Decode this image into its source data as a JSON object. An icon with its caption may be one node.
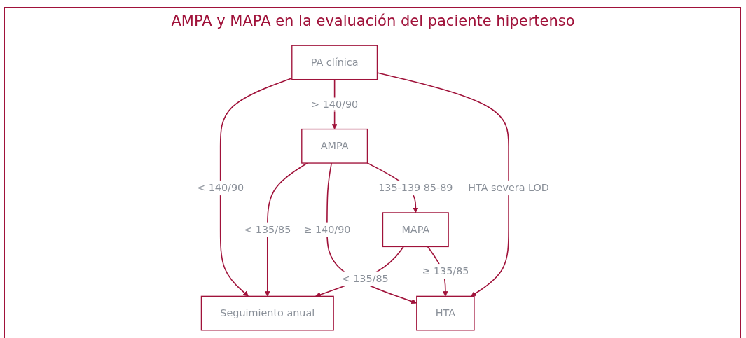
{
  "diagram": {
    "title": "AMPA y MAPA en la evaluación del paciente hipertenso",
    "nodes": [
      {
        "text": [
          "PA clínica"
        ]
      },
      {
        "text": [
          "Seguimiento anual"
        ]
      },
      {
        "text": [
          "AMPA"
        ]
      },
      {
        "text": [
          "HTA"
        ]
      },
      {
        "text": [
          "MAPA"
        ]
      }
    ],
    "edges": [
      {
        "from": 0,
        "to": 1,
        "arrow": "to",
        "label": "< 140/90"
      },
      {
        "from": 0,
        "to": 2,
        "arrow": "to",
        "label": "> 140/90"
      },
      {
        "from": 0,
        "to": 3,
        "arrow": "to",
        "label": "HTA severa LOD"
      },
      {
        "from": 2,
        "to": 1,
        "arrow": "to",
        "label": "< 135/85"
      },
      {
        "from": 2,
        "to": 3,
        "arrow": "to",
        "label": "≥ 140/90"
      },
      {
        "from": 2,
        "to": 4,
        "arrow": "to",
        "label": "135-139 85-89"
      },
      {
        "from": 4,
        "to": 1,
        "arrow": "to",
        "label": "< 135/85"
      },
      {
        "from": 4,
        "to": 3,
        "arrow": "to",
        "label": "≥ 135/85"
      }
    ]
  }
}
